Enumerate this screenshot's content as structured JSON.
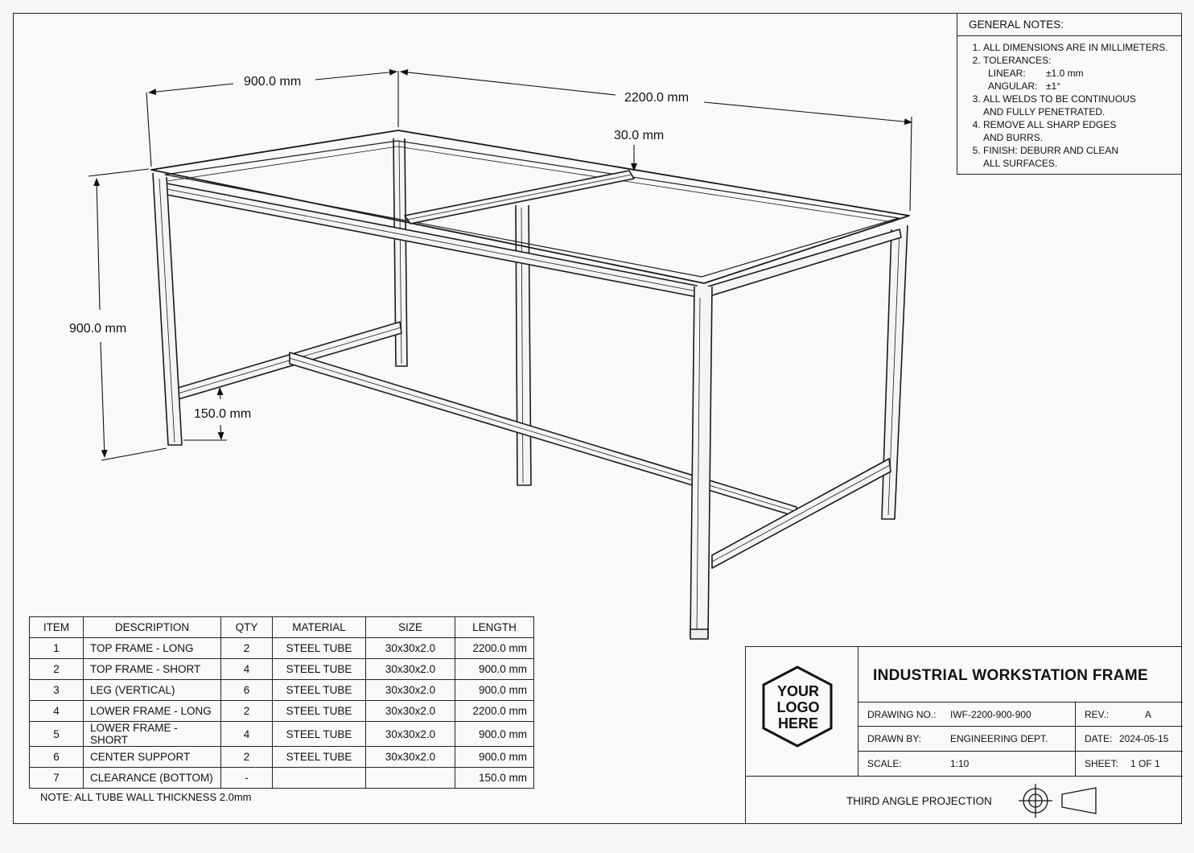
{
  "dimensions": {
    "top_width": "900.0 mm",
    "top_length": "2200.0 mm",
    "tube": "30.0 mm",
    "height": "900.0 mm",
    "clearance": "150.0 mm"
  },
  "general_notes": {
    "title": "GENERAL NOTES:",
    "items": [
      {
        "text": "ALL DIMENSIONS ARE IN MILLIMETERS."
      },
      {
        "text": "TOLERANCES:",
        "sub": [
          {
            "label": "LINEAR:",
            "value": "±1.0 mm"
          },
          {
            "label": "ANGULAR:",
            "value": "±1°"
          }
        ]
      },
      {
        "text": "ALL WELDS TO BE CONTINUOUS",
        "cont": "AND FULLY PENETRATED."
      },
      {
        "text": "REMOVE ALL SHARP EDGES",
        "cont": "AND BURRS."
      },
      {
        "text": "FINISH: DEBURR AND CLEAN",
        "cont": "ALL SURFACES."
      }
    ]
  },
  "bom": {
    "headers": [
      "ITEM",
      "DESCRIPTION",
      "QTY",
      "MATERIAL",
      "SIZE",
      "LENGTH"
    ],
    "rows": [
      [
        "1",
        "TOP FRAME - LONG",
        "2",
        "STEEL TUBE",
        "30x30x2.0",
        "2200.0 mm"
      ],
      [
        "2",
        "TOP FRAME - SHORT",
        "4",
        "STEEL TUBE",
        "30x30x2.0",
        "900.0 mm"
      ],
      [
        "3",
        "LEG (VERTICAL)",
        "6",
        "STEEL TUBE",
        "30x30x2.0",
        "900.0 mm"
      ],
      [
        "4",
        "LOWER FRAME - LONG",
        "2",
        "STEEL TUBE",
        "30x30x2.0",
        "2200.0 mm"
      ],
      [
        "5",
        "LOWER FRAME - SHORT",
        "4",
        "STEEL TUBE",
        "30x30x2.0",
        "900.0 mm"
      ],
      [
        "6",
        "CENTER SUPPORT",
        "2",
        "STEEL TUBE",
        "30x30x2.0",
        "900.0 mm"
      ],
      [
        "7",
        "CLEARANCE (BOTTOM)",
        "-",
        "",
        "",
        "150.0 mm"
      ]
    ],
    "note": "NOTE: ALL TUBE WALL THICKNESS 2.0mm"
  },
  "title_block": {
    "logo_lines": [
      "YOUR",
      "LOGO",
      "HERE"
    ],
    "title": "INDUSTRIAL  WORKSTATION FRAME",
    "drawing_no_label": "DRAWING NO.:",
    "drawing_no": "IWF-2200-900-900",
    "rev_label": "REV.:",
    "rev": "A",
    "drawn_by_label": "DRAWN BY:",
    "drawn_by": "ENGINEERING DEPT.",
    "date_label": "DATE:",
    "date": "2024-05-15",
    "scale_label": "SCALE:",
    "scale": "1:10",
    "sheet_label": "SHEET:",
    "sheet": "1 OF 1",
    "projection": "THIRD ANGLE PROJECTION"
  }
}
